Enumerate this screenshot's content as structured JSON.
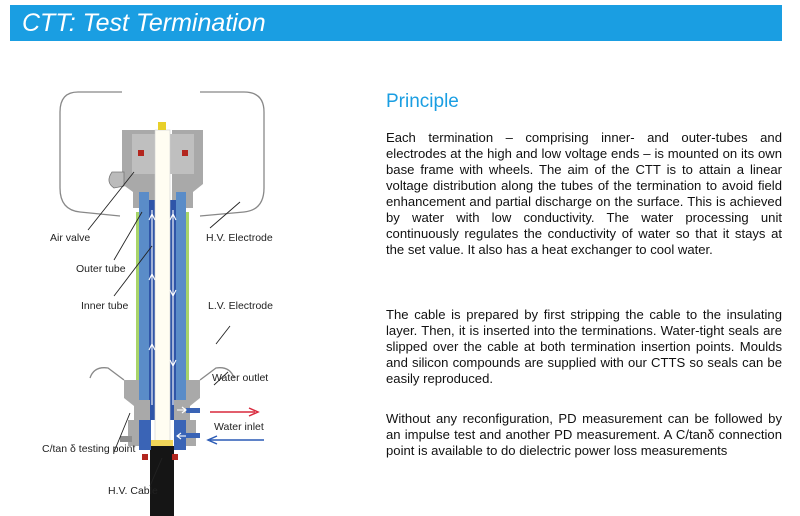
{
  "header": {
    "title": "CTT: Test Termination"
  },
  "diagram": {
    "labels": {
      "air_valve": "Air valve",
      "hv_electrode": "H.V. Electrode",
      "outer_tube": "Outer tube",
      "inner_tube": "Inner tube",
      "lv_electrode": "L.V. Electrode",
      "water_outlet": "Water outlet",
      "water_inlet": "Water inlet",
      "ctan_testing_point": "C/tan δ testing point",
      "hv_cable": "H.V. Cable"
    },
    "colors": {
      "outer_tube": "#5a8cc8",
      "inner_tube": "#2f55a8",
      "lv_electrode": "#a8d46a",
      "outlet_arrow": "#d8283c",
      "inlet_arrow": "#2a5ab5"
    }
  },
  "principle": {
    "heading": "Principle",
    "paragraphs": [
      "Each termination – comprising inner- and outer-tubes and electrodes at the high and low voltage ends – is mounted on its own base frame with wheels. The aim of the CTT is to attain a linear voltage distribution along the tubes of the termination to avoid field enhancement and partial discharge on the surface. This is achieved by water with low conductivity. The water processing unit continuously regulates the conductivity of water so that it stays at the set value. It also has a heat exchanger to cool water.",
      "The cable is prepared by first stripping the cable to the insulating layer. Then, it is inserted into the terminations. Water-tight seals are slipped over the cable at both termination insertion points. Moulds and silicon compounds are supplied with our CTTS so seals can be easily reproduced.",
      "Without any reconfiguration, PD measurement can be followed by an impulse test and another PD measurement. A C/tanδ connection point is available to do dielectric power loss measurements"
    ]
  }
}
